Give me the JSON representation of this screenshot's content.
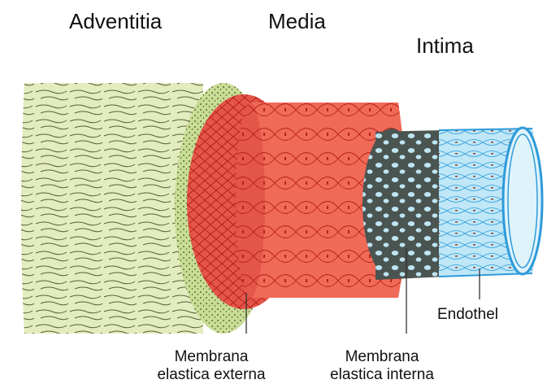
{
  "layers": {
    "adventitia": "Adventitia",
    "media": "Media",
    "intima": "Intima"
  },
  "callouts": {
    "externa_line1": "Membrana",
    "externa_line2": "elastica externa",
    "interna_line1": "Membrana",
    "interna_line2": "elastica interna",
    "endothel": "Endothel"
  },
  "colors": {
    "adventitia": "#e3ecbf",
    "adventitia_fiber": "#58603a",
    "externa_ring": "#c9dd95",
    "media": "#f06a58",
    "media_line": "#b81f17",
    "interna": "#4a5450",
    "interna_hole": "#bfe4f2",
    "intima": "#bfe7f7",
    "intima_line": "#2e9bd9"
  }
}
